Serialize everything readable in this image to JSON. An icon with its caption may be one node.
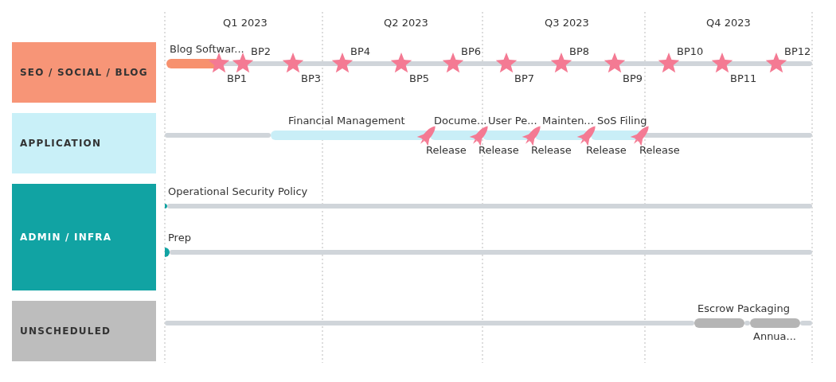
{
  "diagram": {
    "nodes": [
      {
        "text": [
          "SEO / SOCIAL / BLOG"
        ]
      },
      {
        "text": [
          "APPLICATION"
        ]
      },
      {
        "text": [
          "ADMIN / INFRA"
        ]
      },
      {
        "text": [
          "UNSCHEDULED"
        ]
      },
      {
        "text": [
          "Blog Softwar..."
        ]
      },
      {
        "text": [
          "Financial Management"
        ]
      },
      {
        "text": [
          "Docume..."
        ]
      },
      {
        "text": [
          "User Pe..."
        ]
      },
      {
        "text": [
          "Mainten..."
        ]
      },
      {
        "text": [
          "SoS Filing"
        ]
      },
      {
        "text": [
          "Operational Security Policy"
        ]
      },
      {
        "text": [
          "Prep"
        ]
      },
      {
        "text": [
          "Escrow Packaging"
        ]
      },
      {
        "text": [
          "Annua..."
        ]
      }
    ],
    "edges": [],
    "labels": [
      "Q1 2023",
      "Q2 2023",
      "Q3 2023",
      "Q4 2023",
      "BP1",
      "BP2",
      "BP3",
      "BP4",
      "BP5",
      "BP6",
      "BP7",
      "BP8",
      "BP9",
      "BP10",
      "BP11",
      "BP12",
      "Release",
      "Release",
      "Release",
      "Release",
      "Release"
    ]
  }
}
